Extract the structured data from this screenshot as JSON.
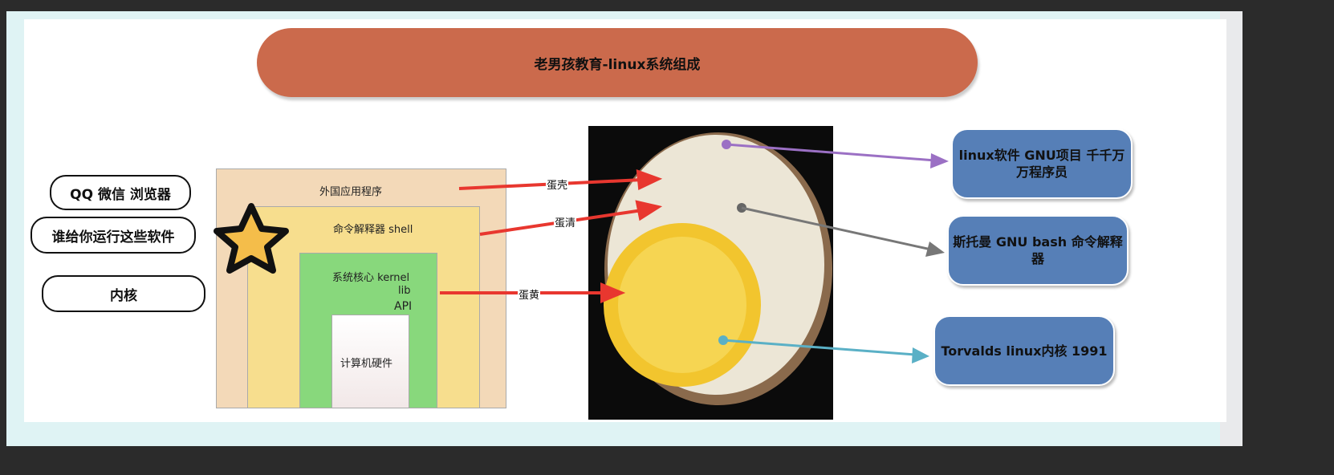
{
  "title": "老男孩教育-linux系统组成",
  "left_labels": [
    "QQ 微信 浏览器",
    "谁给你运行这些软件",
    "内核"
  ],
  "layers": {
    "apps": "外国应用程序",
    "shell": "命令解释器  shell",
    "kernel": "系统核心  kernel",
    "lib": "lib",
    "api": "API",
    "hardware": "计算机硬件"
  },
  "egg_labels": {
    "shell": "蛋壳",
    "white": "蛋清",
    "yolk": "蛋黄"
  },
  "notes": [
    "linux软件 GNU项目 千千万万程序员",
    "斯托曼 GNU   bash 命令解释器",
    "Torvalds  linux内核 1991"
  ],
  "colors": {
    "title": "#cb6a4c",
    "note": "#567fb7",
    "arrow": "#e8372f",
    "apps": "#f3d9b8",
    "shell": "#f7de8e",
    "kernel": "#88d87c",
    "star": "#f4bd4a"
  }
}
